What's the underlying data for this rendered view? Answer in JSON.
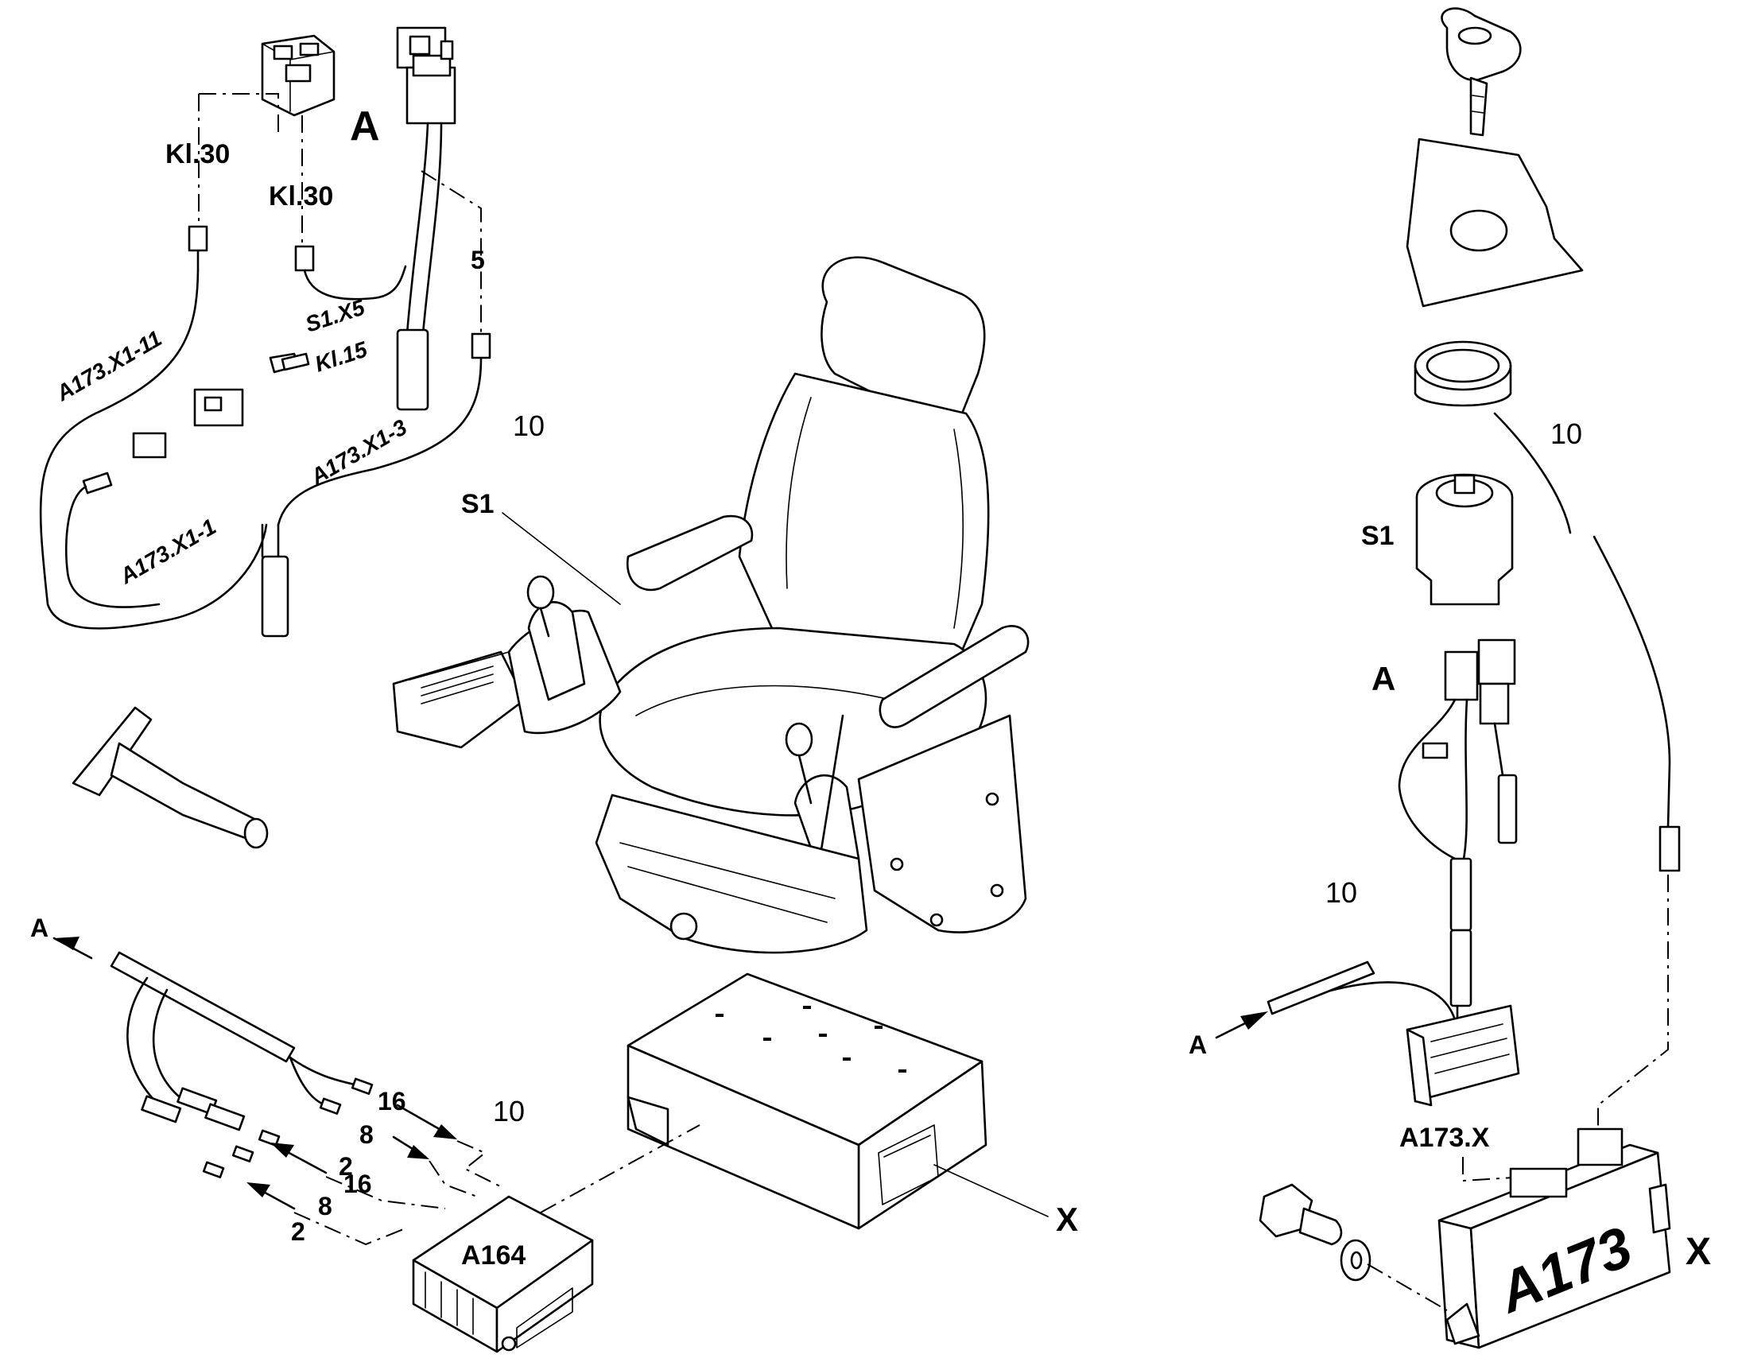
{
  "labels": {
    "a_top_left": "A",
    "kl30_left": "Kl.30",
    "kl30_right": "Kl.30",
    "five": "5",
    "s1_x5": "S1.X5",
    "kl15": "Kl.15",
    "a173_x1_11": "A173.X1-11",
    "a173_x1_3": "A173.X1-3",
    "a173_x1_1": "A173.X1-1",
    "ten_left": "10",
    "s1_left": "S1",
    "ten_right_top": "10",
    "s1_right": "S1",
    "a_right": "A",
    "ten_right_mid": "10",
    "a_arrow_right": "A",
    "a173_x": "A173.X",
    "a173": "A173",
    "x_right": "X",
    "a_arrow_left": "A",
    "sixteen_top": "16",
    "eight_top": "8",
    "two_top": "2",
    "ten_bottom": "10",
    "sixteen_bottom": "16",
    "eight_bottom": "8",
    "two_bottom": "2",
    "a164": "A164",
    "x_mid": "X"
  },
  "icons": [
    "relay-connector-icon",
    "ignition-key-icon",
    "ignition-switch-icon",
    "operator-seat-icon",
    "control-unit-a164-icon",
    "control-unit-a173-icon",
    "bolt-icon",
    "washer-icon",
    "mounting-plate-icon",
    "crimp-tool-icon"
  ]
}
